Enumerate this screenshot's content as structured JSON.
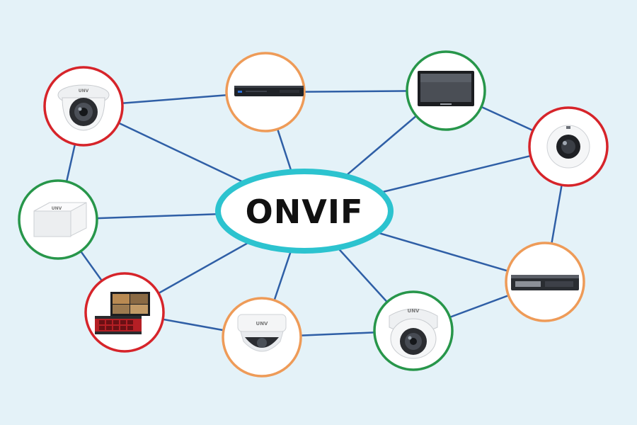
{
  "hub": {
    "label": "ONVIF",
    "border_color": "#2cc3cf"
  },
  "ring_colors": {
    "red": "#d6242a",
    "orange": "#ee9b58",
    "green": "#27964a"
  },
  "link_color": "#2f5fa6",
  "background": "#e4f2f8",
  "nodes": [
    {
      "id": "dome-turret-camera",
      "ring": "red",
      "icon": "turret-camera-icon",
      "logo": "UNV"
    },
    {
      "id": "rack-nvr-1u",
      "ring": "orange",
      "icon": "rack-nvr-icon"
    },
    {
      "id": "monitor",
      "ring": "green",
      "icon": "monitor-icon"
    },
    {
      "id": "fisheye-camera",
      "ring": "red",
      "icon": "fisheye-camera-icon"
    },
    {
      "id": "desktop-nvr",
      "ring": "green",
      "icon": "desktop-nvr-icon",
      "logo": "UNV"
    },
    {
      "id": "rack-nvr-2u",
      "ring": "orange",
      "icon": "rack-server-icon"
    },
    {
      "id": "workstation-with-monitor",
      "ring": "red",
      "icon": "workstation-icon"
    },
    {
      "id": "dome-camera",
      "ring": "orange",
      "icon": "dome-camera-icon",
      "logo": "UNV"
    },
    {
      "id": "vandal-dome-camera",
      "ring": "green",
      "icon": "vandal-dome-camera-icon",
      "logo": "UNV"
    }
  ]
}
